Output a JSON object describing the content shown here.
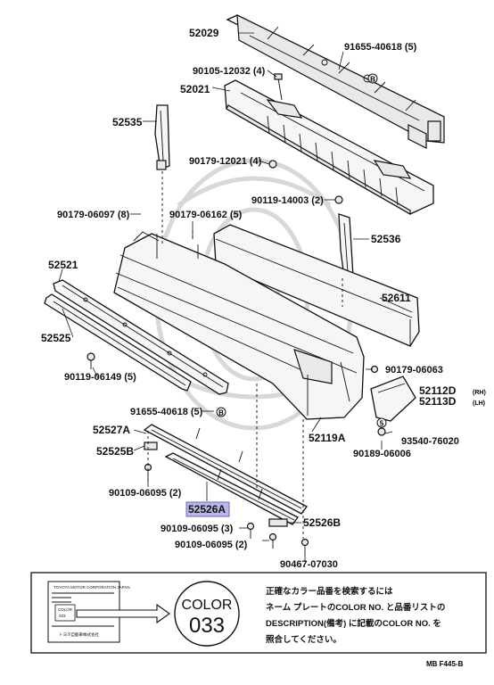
{
  "labels": {
    "l52029": "52029",
    "l91655a": "91655-40618 (5)",
    "l90105": "90105-12032 (4)",
    "l52021": "52021",
    "l52535": "52535",
    "l90179a": "90179-12021 (4)",
    "l90119a": "90119-14003 (2)",
    "l90179b": "90179-06097 (8)",
    "l90179c": "90179-06162 (5)",
    "l52536": "52536",
    "l52521": "52521",
    "l52611": "52611",
    "l52525": "52525",
    "l90119b": "90119-06149 (5)",
    "l90179d": "90179-06063",
    "l52112": "52112D",
    "l52112s": "(RH)",
    "l52113": "52113D",
    "l52113s": "(LH)",
    "l91655b": "91655-40618 (5)",
    "l52119": "52119A",
    "l52527": "52527A",
    "l93540": "93540-76020",
    "l52525b": "52525B",
    "l90189": "90189-06006",
    "l90109a": "90109-06095 (2)",
    "l52526a": "52526A",
    "l90109b": "90109-06095 (3)",
    "l52526b": "52526B",
    "l90109c": "90109-06095 (2)",
    "l90467": "90467-07030"
  },
  "ref_markers": {
    "b": "B",
    "five": "5"
  },
  "color_box": {
    "word": "COLOR",
    "number": "033",
    "plate_header": "TOYOTA MOTOR CORPORATION JAPAN",
    "plate_word": "COLOR",
    "plate_number": "033",
    "plate_footer": "トヨタ自動車株式会社",
    "note_lines": [
      "正確なカラー品番を検索するには",
      "ネーム プレートのCOLOR NO. と品番リストの",
      "DESCRIPTION(備考) に記載のCOLOR NO. を",
      "照合してください。"
    ]
  },
  "footer": {
    "code": "MB  F445-B"
  },
  "highlight_color": "#b9b6ea"
}
